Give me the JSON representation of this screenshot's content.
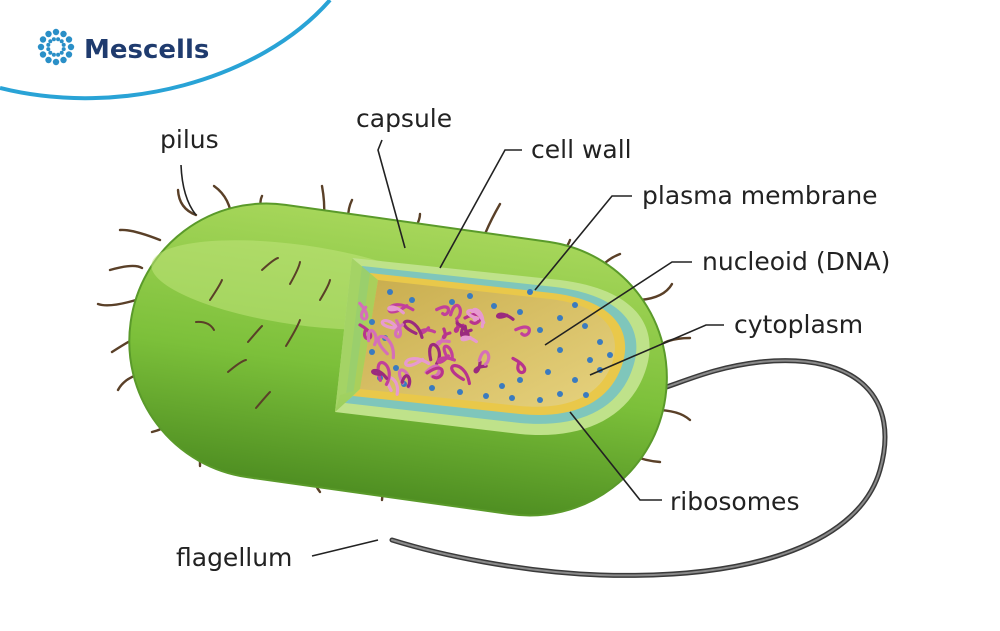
{
  "brand": {
    "name": "Mescells",
    "accent_color": "#2a8fc7",
    "text_color": "#1f3b6e",
    "icon": "dotted-ring-logo-icon"
  },
  "colors": {
    "label_text": "#222222",
    "leader_line": "#222222",
    "capsule_green": "#7cc03a",
    "cytoplasm": "#d8c06a",
    "dna": "#c2409b",
    "ribosome": "#3a7bbf",
    "pilus": "#5a4028",
    "flagellum": "#555555"
  },
  "labels": {
    "pilus": "pilus",
    "capsule": "capsule",
    "cell_wall": "cell wall",
    "plasma_membrane": "plasma membrane",
    "nucleoid": "nucleoid (DNA)",
    "cytoplasm": "cytoplasm",
    "ribosomes": "ribosomes",
    "flagellum": "flagellum"
  }
}
